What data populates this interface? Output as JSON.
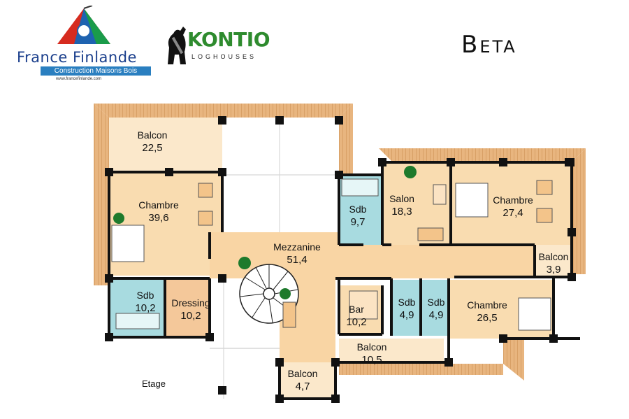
{
  "header": {
    "brand1": {
      "name": "France Finlande",
      "tagline": "Construction Maisons Bois",
      "url": "www.francefinlande.com"
    },
    "brand2": {
      "name": "KONTIO",
      "tagline": "LOGHOUSES"
    },
    "title": "Beta"
  },
  "plan": {
    "level_label": "Etage",
    "rooms": [
      {
        "id": "balcon-nw",
        "name": "Balcon",
        "area": "22,5"
      },
      {
        "id": "chambre-w",
        "name": "Chambre",
        "area": "39,6"
      },
      {
        "id": "sdb-sw",
        "name": "Sdb",
        "area": "10,2"
      },
      {
        "id": "dressing",
        "name": "Dressing",
        "area": "10,2"
      },
      {
        "id": "mezzanine",
        "name": "Mezzanine",
        "area": "51,4"
      },
      {
        "id": "sdb-n",
        "name": "Sdb",
        "area": "9,7"
      },
      {
        "id": "salon",
        "name": "Salon",
        "area": "18,3"
      },
      {
        "id": "chambre-ne",
        "name": "Chambre",
        "area": "27,4"
      },
      {
        "id": "balcon-e",
        "name": "Balcon",
        "area": "3,9"
      },
      {
        "id": "bar",
        "name": "Bar",
        "area": "10,2"
      },
      {
        "id": "sdb-s1",
        "name": "Sdb",
        "area": "4,9"
      },
      {
        "id": "sdb-s2",
        "name": "Sdb",
        "area": "4,9"
      },
      {
        "id": "chambre-se",
        "name": "Chambre",
        "area": "26,5"
      },
      {
        "id": "balcon-s",
        "name": "Balcon",
        "area": "10,5"
      },
      {
        "id": "balcon-sm",
        "name": "Balcon",
        "area": "4,7"
      }
    ],
    "colors": {
      "wood": "#f9dcb0",
      "wood_dark": "#d99b4f",
      "tile": "#a8dbe0",
      "wall": "#111111",
      "roof": "#d9a46e",
      "plant": "#1e7a2c"
    }
  }
}
